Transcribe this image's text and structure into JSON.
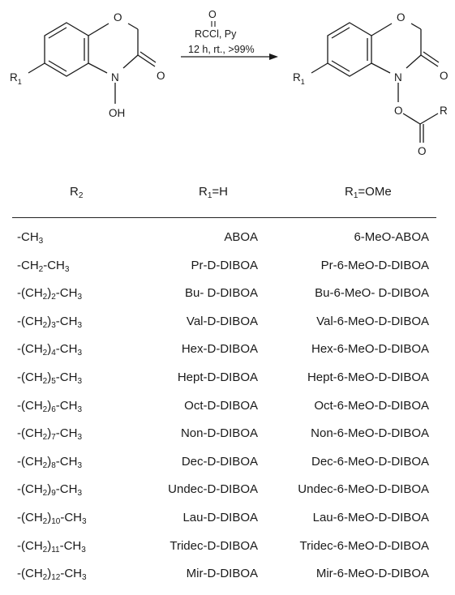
{
  "scheme": {
    "reactant": {
      "substituent": "R",
      "substituent_sub": "1",
      "oxygen": "O",
      "nitrogen": "N",
      "hydroxyl": "OH",
      "carbonyl_o": "O"
    },
    "reagent": {
      "carbonyl_o": "O",
      "formula": "RCCl, Py",
      "conditions": "12 h, rt., >99%"
    },
    "product": {
      "substituent": "R",
      "substituent_sub": "1",
      "oxygen": "O",
      "nitrogen": "N",
      "carbonyl_o": "O",
      "ester_o": "O",
      "acyl_o": "O",
      "acyl_r": "R"
    }
  },
  "table": {
    "headers": {
      "col1": {
        "main": "R",
        "sub": "2"
      },
      "col2": {
        "main": "R",
        "sub": "1",
        "rest": "=H"
      },
      "col3": {
        "main": "R",
        "sub": "1",
        "rest": "=OMe"
      }
    },
    "rows": [
      {
        "r2": "-CH3",
        "h": "ABOA",
        "ome": "6-MeO-ABOA"
      },
      {
        "r2": "-CH2-CH3",
        "h": "Pr-D-DIBOA",
        "ome": "Pr-6-MeO-D-DIBOA"
      },
      {
        "r2": "-(CH2)2-CH3",
        "h": "Bu- D-DIBOA",
        "ome": "Bu-6-MeO- D-DIBOA"
      },
      {
        "r2": "-(CH2)3-CH3",
        "h": "Val-D-DIBOA",
        "ome": "Val-6-MeO-D-DIBOA"
      },
      {
        "r2": "-(CH2)4-CH3",
        "h": "Hex-D-DIBOA",
        "ome": "Hex-6-MeO-D-DIBOA"
      },
      {
        "r2": "-(CH2)5-CH3",
        "h": "Hept-D-DIBOA",
        "ome": "Hept-6-MeO-D-DIBOA"
      },
      {
        "r2": "-(CH2)6-CH3",
        "h": "Oct-D-DIBOA",
        "ome": "Oct-6-MeO-D-DIBOA"
      },
      {
        "r2": "-(CH2)7-CH3",
        "h": "Non-D-DIBOA",
        "ome": "Non-6-MeO-D-DIBOA"
      },
      {
        "r2": "-(CH2)8-CH3",
        "h": "Dec-D-DIBOA",
        "ome": "Dec-6-MeO-D-DIBOA"
      },
      {
        "r2": "-(CH2)9-CH3",
        "h": "Undec-D-DIBOA",
        "ome": "Undec-6-MeO-D-DIBOA"
      },
      {
        "r2": "-(CH2)10-CH3",
        "h": "Lau-D-DIBOA",
        "ome": "Lau-6-MeO-D-DIBOA"
      },
      {
        "r2": "-(CH2)11-CH3",
        "h": "Tridec-D-DIBOA",
        "ome": "Tridec-6-MeO-D-DIBOA"
      },
      {
        "r2": "-(CH2)12-CH3",
        "h": "Mir-D-DIBOA",
        "ome": "Mir-6-MeO-D-DIBOA"
      }
    ]
  }
}
